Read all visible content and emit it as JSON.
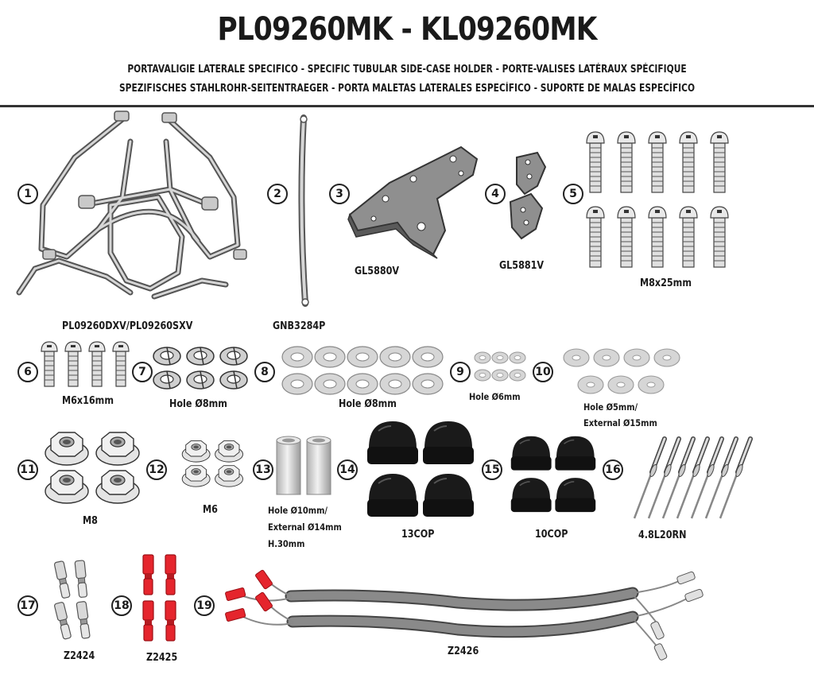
{
  "header": {
    "title": "PL09260MK - KL09260MK",
    "subtitle_line1": "PORTAVALIGIE LATERALE SPECIFICO  -  SPECIFIC TUBULAR SIDE-CASE HOLDER  - PORTE-VALISES LATÉRAUX SPÉCIFIQUE",
    "subtitle_line2": "SPEZIFISCHES STAHLROHR-SEITENTRAEGER - PORTA MALETAS LATERALES ESPECÍFICO - SUPORTE DE MALAS ESPECÍFICO"
  },
  "items": [
    {
      "num": "1",
      "code": "PL09260DXV/PL09260SXV"
    },
    {
      "num": "2",
      "code": "GNB3284P"
    },
    {
      "num": "3",
      "code": "GL5880V"
    },
    {
      "num": "4",
      "code": "GL5881V"
    },
    {
      "num": "5",
      "code": "M8x25mm"
    },
    {
      "num": "6",
      "code": "M6x16mm"
    },
    {
      "num": "7",
      "code": "Hole Ø8mm"
    },
    {
      "num": "8",
      "code": "Hole Ø8mm"
    },
    {
      "num": "9",
      "code": "Hole Ø6mm"
    },
    {
      "num": "10",
      "code_line1": "Hole Ø5mm/",
      "code_line2": "External Ø15mm"
    },
    {
      "num": "11",
      "code": "M8"
    },
    {
      "num": "12",
      "code": "M6"
    },
    {
      "num": "13",
      "code_line1": "Hole Ø10mm/",
      "code_line2": "External Ø14mm",
      "code_line3": "H.30mm"
    },
    {
      "num": "14",
      "code": "13COP"
    },
    {
      "num": "15",
      "code": "10COP"
    },
    {
      "num": "16",
      "code": "4.8L20RN"
    },
    {
      "num": "17",
      "code": "Z2424"
    },
    {
      "num": "18",
      "code": "Z2425"
    },
    {
      "num": "19",
      "code": "Z2426"
    }
  ],
  "colors": {
    "ink": "#1a1a1a",
    "metal": "#b8b8b8",
    "metal_dark": "#6e6e6e",
    "cap": "#161616",
    "connector_red": "#e5252d",
    "washer": "#cfcfcf"
  }
}
